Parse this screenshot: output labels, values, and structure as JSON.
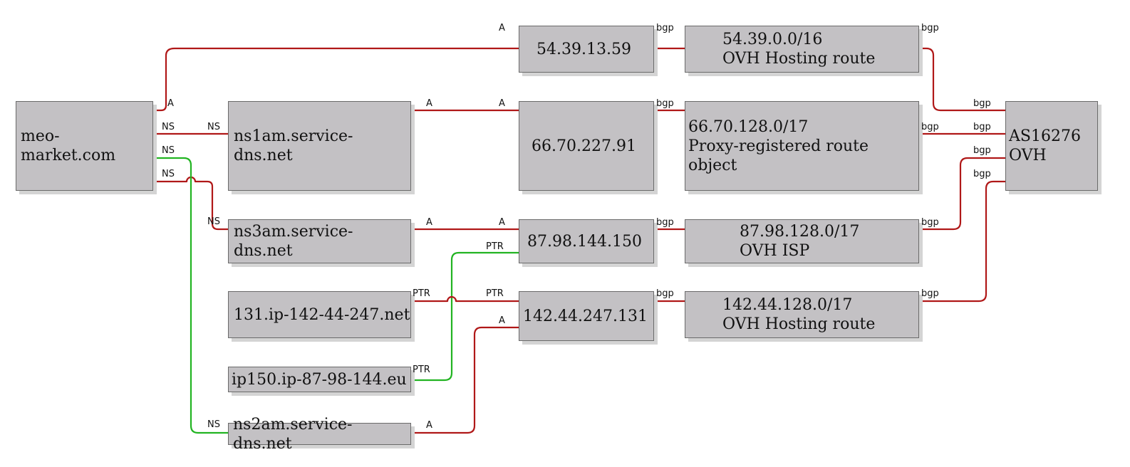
{
  "nodes": {
    "meo": "meo-market.com",
    "ns1": "ns1am.service-dns.net",
    "ns3": "ns3am.service-dns.net",
    "r131": "131.ip-142-44-247.net",
    "ip150": "ip150.ip-87-98-144.eu",
    "ns2": "ns2am.service-dns.net",
    "ip54": "54.39.13.59",
    "ip66": "66.70.227.91",
    "ip87": "87.98.144.150",
    "ip142": "142.44.247.131",
    "rt54": {
      "line1": "54.39.0.0/16",
      "line2": "OVH Hosting route"
    },
    "rt66": {
      "line1": "66.70.128.0/17",
      "line2": "Proxy-registered route object"
    },
    "rt87": {
      "line1": "87.98.128.0/17",
      "line2": "OVH ISP"
    },
    "rt142": {
      "line1": "142.44.128.0/17",
      "line2": "OVH Hosting route"
    },
    "as": {
      "line1": "AS16276",
      "line2": "OVH"
    }
  },
  "labels": {
    "a": "A",
    "ns": "NS",
    "ptr": "PTR",
    "bgp": "bgp"
  },
  "colors": {
    "node_fill": "#c3c1c4",
    "edge_red": "#b01818",
    "edge_green": "#22b422"
  }
}
